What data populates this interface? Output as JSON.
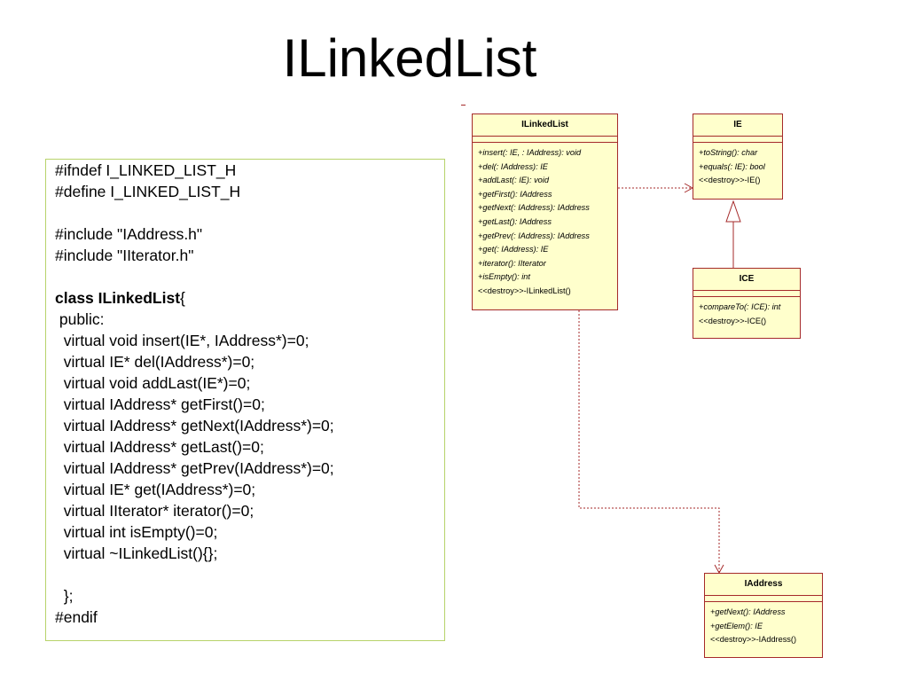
{
  "title": "ILinkedList",
  "code": {
    "lines": [
      {
        "text": "#ifndef I_LINKED_LIST_H"
      },
      {
        "text": "#define I_LINKED_LIST_H"
      },
      {
        "text": ""
      },
      {
        "text": "#include \"IAddress.h\""
      },
      {
        "text": "#include \"IIterator.h\""
      },
      {
        "text": ""
      },
      {
        "bold": "class ILinkedList",
        "text": "{"
      },
      {
        "text": " public:"
      },
      {
        "text": "  virtual void insert(IE*, IAddress*)=0;"
      },
      {
        "text": "  virtual IE* del(IAddress*)=0;"
      },
      {
        "text": "  virtual void addLast(IE*)=0;"
      },
      {
        "text": "  virtual IAddress* getFirst()=0;"
      },
      {
        "text": "  virtual IAddress* getNext(IAddress*)=0;"
      },
      {
        "text": "  virtual IAddress* getLast()=0;"
      },
      {
        "text": "  virtual IAddress* getPrev(IAddress*)=0;"
      },
      {
        "text": "  virtual IE* get(IAddress*)=0;"
      },
      {
        "text": "  virtual IIterator* iterator()=0;"
      },
      {
        "text": "  virtual int isEmpty()=0;"
      },
      {
        "text": "  virtual ~ILinkedList(){};"
      },
      {
        "text": ""
      },
      {
        "text": "  };"
      },
      {
        "text": "#endif"
      }
    ]
  },
  "uml": {
    "ilinkedlist": {
      "name": "ILinkedList",
      "ops": [
        "+insert(: IE, : IAddress): void",
        "+del(: IAddress): IE",
        "+addLast(: IE): void",
        "+getFirst(): IAddress",
        "+getNext(: IAddress): IAddress",
        "+getLast(): IAddress",
        "+getPrev(: IAddress): IAddress",
        "+get(: IAddress): IE",
        "+iterator(): IIterator",
        "+isEmpty(): int"
      ],
      "destructor": "<<destroy>>-ILinkedList()"
    },
    "ie": {
      "name": "IE",
      "ops": [
        "+toString(): char",
        "+equals(: IE): bool"
      ],
      "destructor": "<<destroy>>-IE()"
    },
    "ice": {
      "name": "ICE",
      "ops": [
        "+compareTo(: ICE): int"
      ],
      "destructor": "<<destroy>>-ICE()"
    },
    "iaddress": {
      "name": "IAddress",
      "ops": [
        "+getNext(): IAddress",
        "+getElem(): IE"
      ],
      "destructor": "<<destroy>>-IAddress()"
    }
  },
  "colors": {
    "uml_fill": "#ffffcc",
    "uml_border": "#a52a2a",
    "code_border": "#b7d36a",
    "connector": "#a52a2a"
  }
}
